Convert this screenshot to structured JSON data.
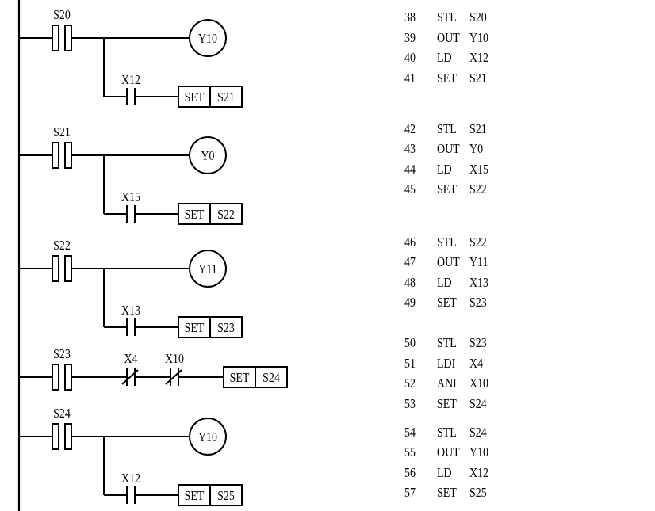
{
  "ladder": {
    "rungs": [
      {
        "step": "S20",
        "type": "output_and_set",
        "coil": "Y10",
        "contact": "X12",
        "set_cmd": "SET",
        "set_target": "S21"
      },
      {
        "step": "S21",
        "type": "output_and_set",
        "coil": "Y0",
        "contact": "X15",
        "set_cmd": "SET",
        "set_target": "S22"
      },
      {
        "step": "S22",
        "type": "output_and_set",
        "coil": "Y11",
        "contact": "X13",
        "set_cmd": "SET",
        "set_target": "S23"
      },
      {
        "step": "S23",
        "type": "series_nc",
        "contacts": [
          "X4",
          "X10"
        ],
        "set_cmd": "SET",
        "set_target": "S24"
      },
      {
        "step": "S24",
        "type": "output_and_set",
        "coil": "Y10",
        "contact": "X12",
        "set_cmd": "SET",
        "set_target": "S25"
      }
    ]
  },
  "instruction_list": [
    {
      "no": "38",
      "op": "STL",
      "arg": "S20"
    },
    {
      "no": "39",
      "op": "OUT",
      "arg": "Y10"
    },
    {
      "no": "40",
      "op": "LD",
      "arg": "X12"
    },
    {
      "no": "41",
      "op": "SET",
      "arg": "S21"
    },
    {
      "no": "42",
      "op": "STL",
      "arg": "S21"
    },
    {
      "no": "43",
      "op": "OUT",
      "arg": "Y0"
    },
    {
      "no": "44",
      "op": "LD",
      "arg": "X15"
    },
    {
      "no": "45",
      "op": "SET",
      "arg": "S22"
    },
    {
      "no": "46",
      "op": "STL",
      "arg": "S22"
    },
    {
      "no": "47",
      "op": "OUT",
      "arg": "Y11"
    },
    {
      "no": "48",
      "op": "LD",
      "arg": "X13"
    },
    {
      "no": "49",
      "op": "SET",
      "arg": "S23"
    },
    {
      "no": "50",
      "op": "STL",
      "arg": "S23"
    },
    {
      "no": "51",
      "op": "LDI",
      "arg": "X4"
    },
    {
      "no": "52",
      "op": "ANI",
      "arg": "X10"
    },
    {
      "no": "53",
      "op": "SET",
      "arg": "S24"
    },
    {
      "no": "54",
      "op": "STL",
      "arg": "S24"
    },
    {
      "no": "55",
      "op": "OUT",
      "arg": "Y10"
    },
    {
      "no": "56",
      "op": "LD",
      "arg": "X12"
    },
    {
      "no": "57",
      "op": "SET",
      "arg": "S25"
    }
  ]
}
